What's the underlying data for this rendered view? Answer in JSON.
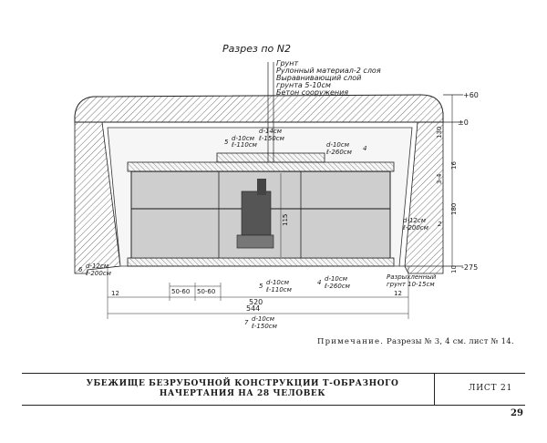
{
  "drawing": {
    "section_title": "Разрез по N2",
    "layers": [
      "Грунт",
      "Рулонный материал-2 слоя",
      "Выравнивающий слой",
      "грунта 5-10см",
      "Бетон сооружения"
    ],
    "elevations": {
      "top": "+60",
      "zero": "±0",
      "bottom": "-275"
    },
    "right_dims": {
      "d130": "130",
      "d16": "16",
      "d34": "3-4",
      "d180": "180",
      "d10": "10"
    },
    "roof_labels": {
      "l1": "d-14см",
      "l2": "ℓ-150см",
      "l3": "d-10см",
      "l4": "ℓ-260см",
      "num": "4"
    },
    "left_roof": {
      "l1": "d-10см",
      "l2": "ℓ-110см",
      "num": "5"
    },
    "side_right": {
      "l1": "d-12см",
      "l2": "ℓ-200см",
      "num": "2"
    },
    "side_left": {
      "l1": "d-12см",
      "l2": "ℓ-200см",
      "num": "6"
    },
    "height_dim": "115",
    "floor": {
      "l1": "d-10см",
      "l2": "ℓ-110см",
      "l3": "d-10см",
      "l4": "ℓ-260см",
      "num1": "5",
      "num2": "4"
    },
    "ground_note": {
      "l1": "Разрыхленный",
      "l2": "грунт 10-15см"
    },
    "bottom_dims": {
      "d12a": "12",
      "d12b": "12",
      "d5060a": "50-60",
      "d5060b": "50-60",
      "d520": "520",
      "d544": "544",
      "l1": "d-10см",
      "l2": "ℓ-150см",
      "num": "7"
    }
  },
  "note": {
    "label": "Примечание.",
    "text": "Разрезы № 3, 4 см. лист № 14."
  },
  "title_block": {
    "title_line1": "УБЕЖИЩЕ БЕЗРУБОЧНОЙ КОНСТРУКЦИИ Т-ОБРАЗНОГО",
    "title_line2": "НАЧЕРТАНИЯ НА 28 ЧЕЛОВЕК",
    "sheet": "ЛИСТ 21"
  },
  "page_number": "29"
}
